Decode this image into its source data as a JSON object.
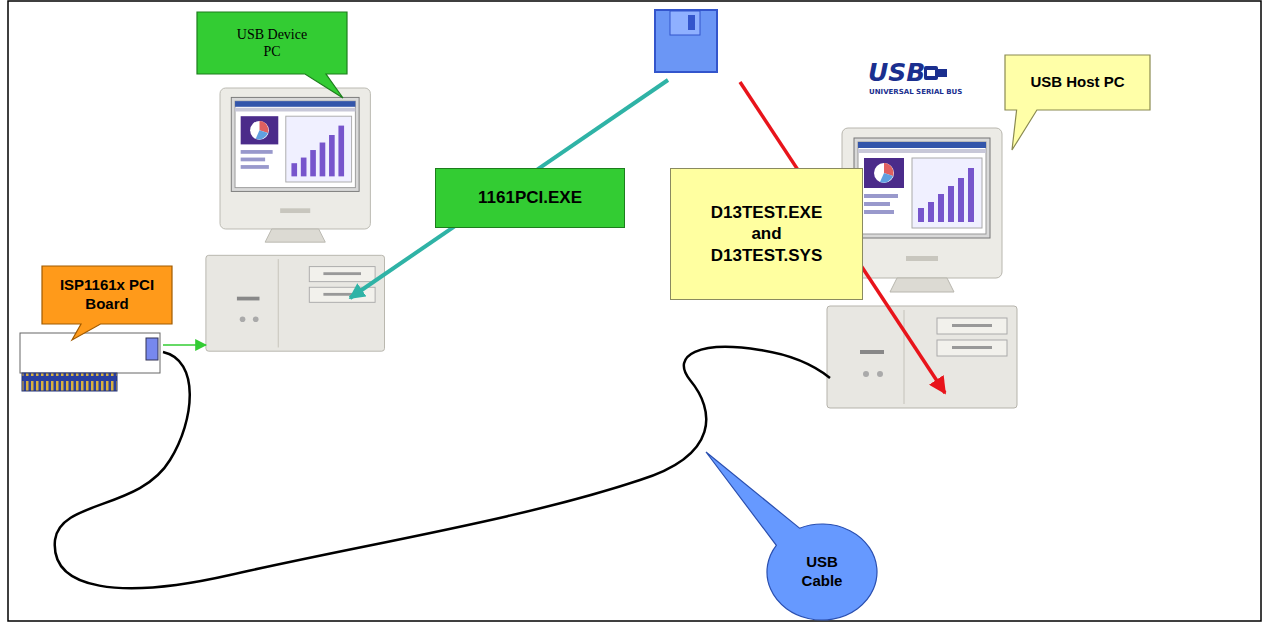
{
  "diagram": {
    "nodes": [
      {
        "text": [
          "USB Device PC"
        ]
      },
      {
        "text": [
          "USB Host PC"
        ]
      },
      {
        "text": [
          "1161PCI.EXE"
        ]
      },
      {
        "text": [
          "D13TEST.EXE and D13TEST.SYS"
        ]
      },
      {
        "text": [
          "ISP1161x PCI Board"
        ]
      },
      {
        "text": [
          "USB Cable"
        ]
      }
    ],
    "labels": [
      "USB",
      "UNIVERSAL SERIAL BUS"
    ]
  }
}
